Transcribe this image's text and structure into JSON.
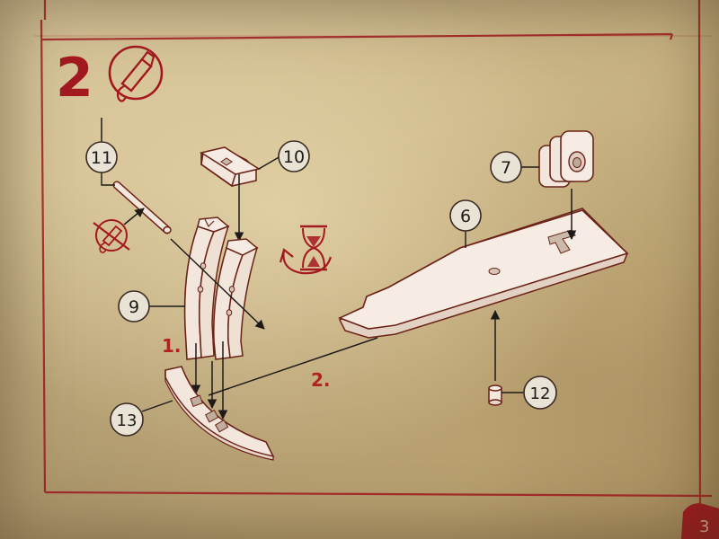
{
  "step": {
    "number": "2"
  },
  "callouts": [
    {
      "id": "11",
      "label": "11"
    },
    {
      "id": "10",
      "label": "10"
    },
    {
      "id": "7",
      "label": "7"
    },
    {
      "id": "6",
      "label": "6"
    },
    {
      "id": "9",
      "label": "9"
    },
    {
      "id": "13",
      "label": "13"
    },
    {
      "id": "12",
      "label": "12"
    }
  ],
  "substeps": {
    "first": "1.",
    "second": "2."
  },
  "icons": {
    "glue": "glue-bottle-icon",
    "no_glue": "no-glue-icon",
    "wait": "hourglass-icon"
  },
  "colors": {
    "accent_red": "#a3191f",
    "outline": "#6b2318",
    "part_fill": "#f3e6dc",
    "callout_fill": "#e9e3d6"
  },
  "page_mark": "3"
}
